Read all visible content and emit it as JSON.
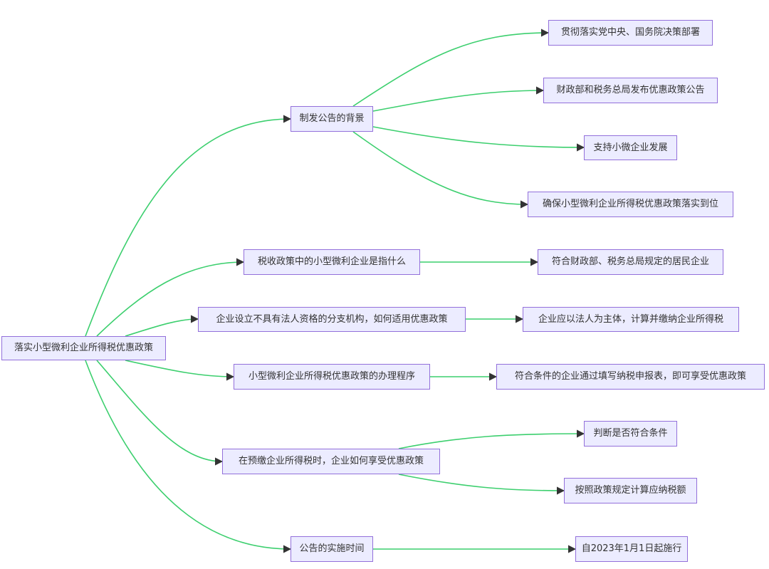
{
  "diagram": {
    "root": "落实小型微利企业所得税优惠政策",
    "branches": [
      {
        "label": "制发公告的背景",
        "children": [
          "贯彻落实党中央、国务院决策部署",
          "财政部和税务总局发布优惠政策公告",
          "支持小微企业发展",
          "确保小型微利企业所得税优惠政策落实到位"
        ]
      },
      {
        "label": "税收政策中的小型微利企业是指什么",
        "children": [
          "符合财政部、税务总局规定的居民企业"
        ]
      },
      {
        "label": "企业设立不具有法人资格的分支机构，如何适用优惠政策",
        "children": [
          "企业应以法人为主体，计算并缴纳企业所得税"
        ]
      },
      {
        "label": "小型微利企业所得税优惠政策的办理程序",
        "children": [
          "符合条件的企业通过填写纳税申报表，即可享受优惠政策"
        ]
      },
      {
        "label": "在预缴企业所得税时，企业如何享受优惠政策",
        "children": [
          "判断是否符合条件",
          "按照政策规定计算应纳税额"
        ]
      },
      {
        "label": "公告的实施时间",
        "children": [
          "自2023年1月1日起施行"
        ]
      }
    ]
  },
  "colors": {
    "node_fill": "#ececff",
    "node_border": "#9370db",
    "edge": "#3ccf6e",
    "arrow": "#333333",
    "text": "#333333"
  }
}
